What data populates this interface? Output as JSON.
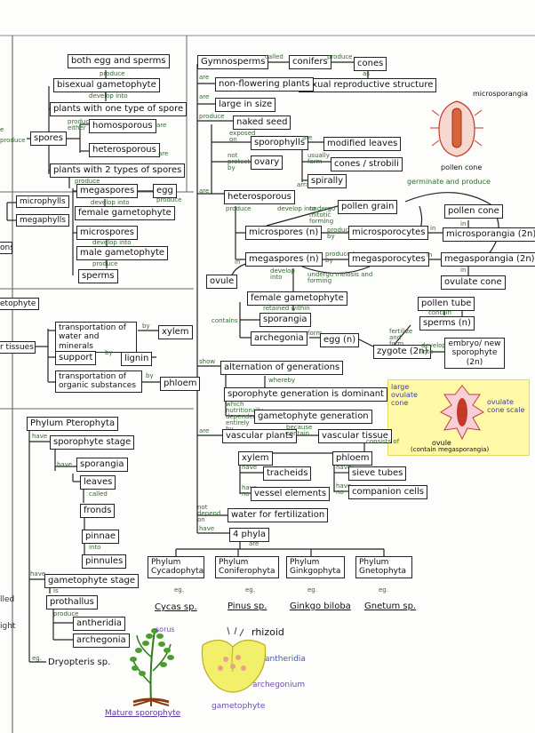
{
  "left_column": {
    "produce_left": "produce",
    "e_left": "e",
    "both_egg_sperms": "both egg and sperms",
    "produce_1": "produce",
    "bisexual_gametophyte": "bisexual gametophyte",
    "develop_into_1": "develop into",
    "plants_one_spore": "plants with one type of spore",
    "produce_either": "produce either",
    "spores": "spores",
    "homosporous": "homosporous",
    "are_1": "are",
    "heterosporous": "heterosporous",
    "are_2": "are",
    "plants_two_spores": "plants with 2 types of spores",
    "produce_2": "produce",
    "microphylls": "microphylls",
    "megaphylls": "megaphylls",
    "megaspores": "megaspores",
    "egg": "egg",
    "produce_egg": "produce",
    "develop_into_2": "develop into",
    "female_gametophyte": "female gametophyte",
    "microspores": "microspores",
    "develop_into_3": "develop into",
    "male_gametophyte": "male gametophyte",
    "produce_3": "produce",
    "sperms": "sperms",
    "ons_cut": "ons)",
    "etophyte_cut": "etophyte",
    "tissues_cut": "r tissues",
    "transport_water": "transportation of water and minerals",
    "by_1": "by",
    "xylem": "xylem",
    "support": "support",
    "by_2": "by",
    "lignin": "lignin",
    "transport_organic": "transportation of organic substances",
    "by_3": "by",
    "phloem": "phloem",
    "phylum_pterophyta": "Phylum Pterophyta",
    "have_1": "have",
    "sporophyte_stage": "sporophyte stage",
    "have_2": "have",
    "sporangia": "sporangia",
    "leaves": "leaves",
    "called": "called",
    "fronds": "fronds",
    "pinnae": "pinnae",
    "into": "into",
    "pinnules": "pinnules",
    "have_3": "have",
    "gametophyte_stage": "gametophyte stage",
    "is": "is",
    "prothallus": "prothallus",
    "produce_4": "produce",
    "antheridia": "antheridia",
    "archegonia_l": "archegonia",
    "eg_1": "eg.",
    "dryopteris": "Dryopteris sp.",
    "sorus": "sorus",
    "mature_sporophyte": "Mature sporophyte",
    "rhizoid": "rhizoid",
    "antheridia_pic": "antheridia",
    "archegonium_pic": "archegonium",
    "gametophyte_pic": "gametophyte",
    "lled_cut": "lled",
    "ight_cut": "ight"
  },
  "gymno": {
    "gymnosperms": "Gymnosperms",
    "called_g": "called",
    "conifers": "conifers",
    "produce_g": "produce",
    "cones": "cones",
    "as": "as",
    "sexual_repro": "sexual reproductive structure",
    "are_g1": "are",
    "non_flowering": "non-flowering plants",
    "are_g2": "are",
    "large_size": "large in size",
    "produce_g2": "produce",
    "naked_seed": "naked seed",
    "exposed_on": "exposed on",
    "sporophylls": "sporophylls",
    "are_g3": "are",
    "modified_leaves": "modified leaves",
    "not_protected": "not protected by",
    "ovary": "ovary",
    "usually_form": "usually form",
    "cones_strobili": "cones / strobili",
    "arranged": "arranged",
    "spirally": "spirally",
    "microsporangia_pic": "microsporangia",
    "pollen_cone_pic": "pollen cone",
    "germinate": "germinate and produce",
    "are_g4": "are",
    "heterosporous_g": "heterosporous",
    "produce_g3": "produce",
    "develop_into_g": "develop into",
    "undergo_mitosis": "undergo mitotic forming",
    "pollen_grain": "pollen grain",
    "pollen_cone_box": "pollen cone",
    "in_1": "in",
    "microspores_n": "microspores (n)",
    "produced_by1": "produced by",
    "microsporocytes": "microsporocytes",
    "in_2": "in",
    "microsporangia_2n": "microsporangia (2n)",
    "in_3": "in",
    "megaspores_n": "megaspores (n)",
    "produced_by2": "produced by",
    "megasporocytes": "megasporocytes",
    "in_4": "in",
    "megasporangia_2n": "megasporangia (2n)",
    "in_5": "in",
    "ovulate_cone": "ovulate cone",
    "ovule": "ovule",
    "develop_into_g2": "develop into",
    "undergo_meiosis": "undergo meiosis and forming",
    "pollen_tube": "pollen tube",
    "contain": "contain",
    "sperms_n": "sperms (n)",
    "female_gametophyte_g": "female gametophyte",
    "retained": "retained within",
    "contains": "contains",
    "sporangia_g": "sporangia",
    "archegonia_g": "archegonia",
    "form": "form",
    "egg_n": "egg (n)",
    "fertilize_form": "fertilize and form",
    "zygote_2n": "zygote (2n)",
    "develop_into_g3": "develop into",
    "embryo": "embryo/ new sporophyte (2n)",
    "show": "show",
    "alternation": "alternation of generations",
    "whereby": "whereby",
    "sporophyte_dominant": "sporophyte generation is dominant",
    "which_nutritionally": "which nutritionally dependent entirely by",
    "gametophyte_generation": "gametophyte generation",
    "large_ovulate_cone": "large ovulate cone",
    "ovulate_cone_scale": "ovulate cone scale",
    "ovule_pic": "ovule",
    "contain_mega": "(contain megasporangia)",
    "are_g5": "are",
    "vascular_plants": "vascular plants",
    "because_contain": "because contain",
    "vascular_tissue": "vascular tissue",
    "consists_of": "consists of",
    "xylem_g": "xylem",
    "have_g1": "have",
    "tracheids": "tracheids",
    "have_no": "have no",
    "vessel_elements": "vessel elements",
    "phloem_g": "phloem",
    "have_g2": "have",
    "sieve_tubes": "sieve tubes",
    "have_no2": "have no",
    "companion_cells": "companion cells",
    "not_depend_on": "not depend on",
    "water_fert": "water for fertilization",
    "have_g3": "have",
    "four_phyla": "4 phyla",
    "are_g6": "are",
    "cycado": "Phylum Cycadophyta",
    "conifero": "Phylum Coniferophyta",
    "ginkgo": "Phylum Ginkgophyta",
    "gneto": "Phylum Gnetophyta",
    "eg_c": "eg.",
    "eg_p": "eg.",
    "eg_gk": "eg.",
    "eg_gn": "eg.",
    "cycas": "Cycas sp.",
    "pinus": "Pinus sp.",
    "ginkgo_biloba": "Ginkgo biloba",
    "gnetum": "Gnetum sp."
  }
}
